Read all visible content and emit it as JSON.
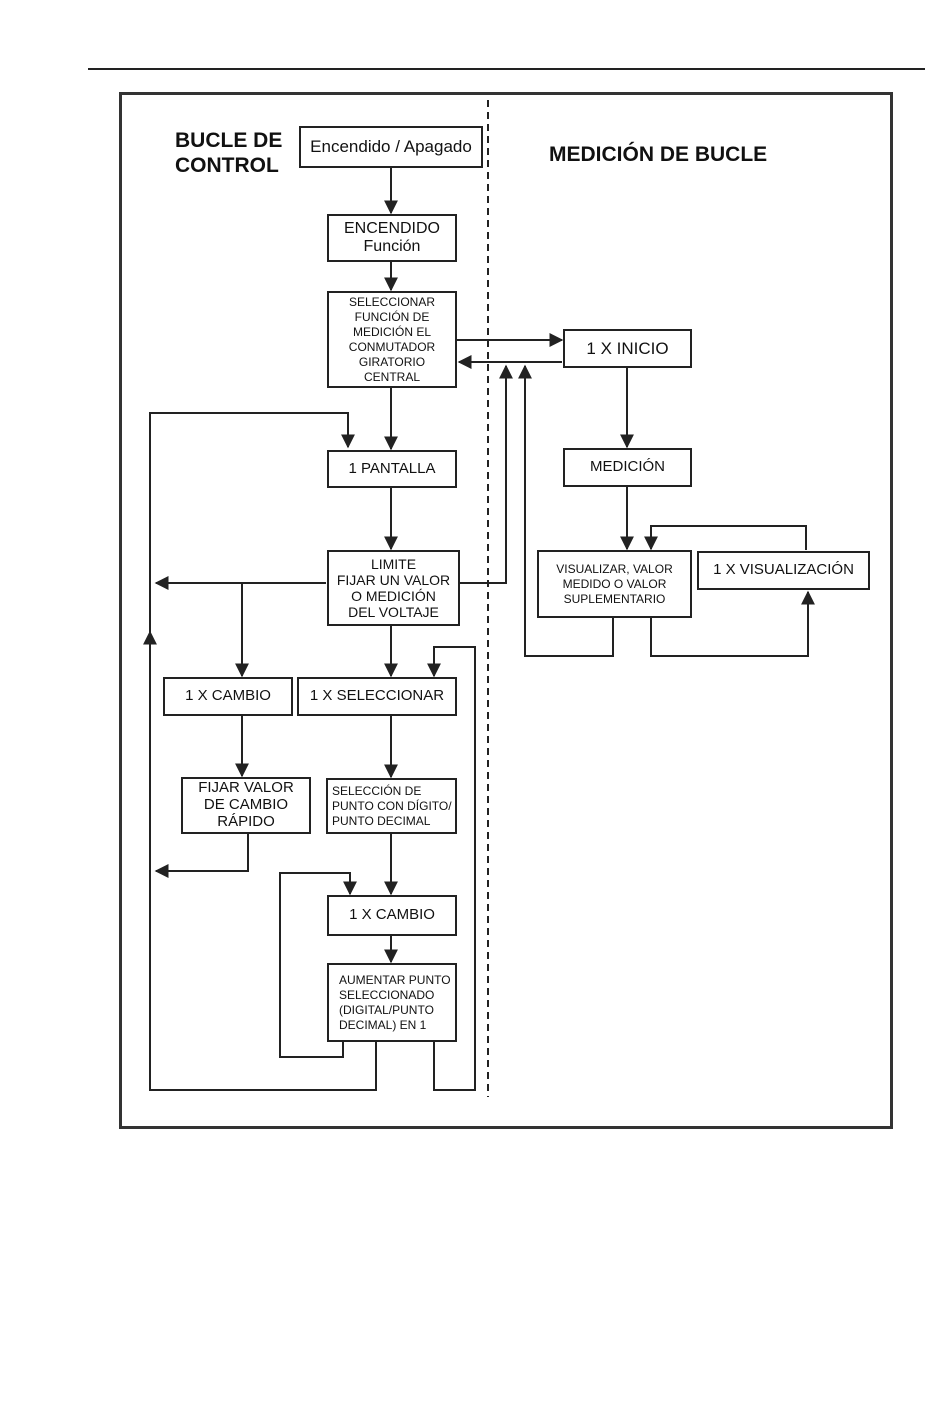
{
  "sections": {
    "control_loop_title_line1": "BUCLE DE",
    "control_loop_title_line2": "CONTROL",
    "measurement_loop_title": "MEDICIÓN DE BUCLE"
  },
  "nodes": {
    "power_toggle": "Encendido / Apagado",
    "power_on_line1": "ENCENDIDO",
    "power_on_line2": "Función",
    "select_function": [
      "SELECCIONAR",
      "FUNCIÓN DE",
      "MEDICIÓN EL",
      "CONMUTADOR",
      "GIRATORIO",
      "CENTRAL"
    ],
    "display_1": "1 PANTALLA",
    "limit": [
      "LIMITE",
      "FIJAR UN VALOR",
      "O MEDICIÓN",
      "DEL VOLTAJE"
    ],
    "change_1x": "1 X CAMBIO",
    "select_1x": "1 X SELECCIONAR",
    "set_quick_change": [
      "FIJAR VALOR",
      "DE CAMBIO",
      "RÁPIDO"
    ],
    "digit_selection": [
      "SELECCIÓN DE",
      "PUNTO CON DÍGITO/",
      "PUNTO DECIMAL"
    ],
    "change_1x_b": "1 X CAMBIO",
    "increase_point": [
      "AUMENTAR PUNTO",
      "SELECCIONADO",
      "(DIGITAL/PUNTO",
      "DECIMAL) EN 1"
    ],
    "start_1x": "1 X INICIO",
    "measurement": "MEDICIÓN",
    "show_value": [
      "VISUALIZAR, VALOR",
      "MEDIDO O VALOR",
      "SUPLEMENTARIO"
    ],
    "display_1x": "1 X VISUALIZACIÓN"
  },
  "colors": {
    "line": "#222222",
    "frame": "#333333"
  }
}
